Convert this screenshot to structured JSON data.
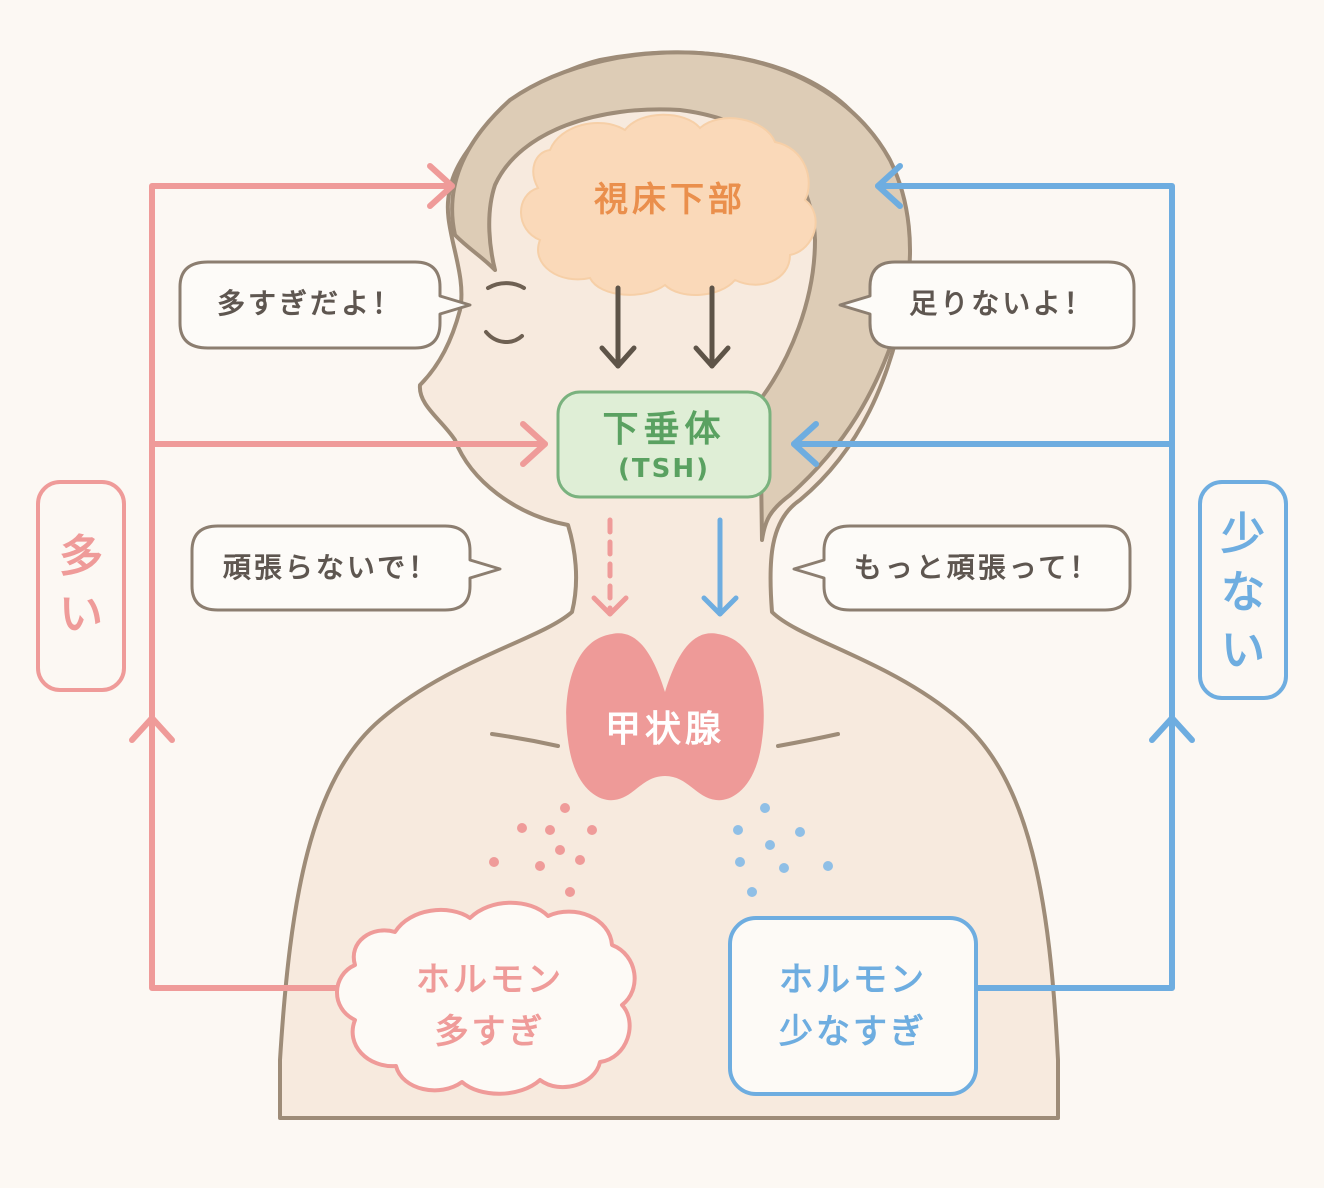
{
  "colors": {
    "background": "#fcf8f3",
    "outline": "#9e8c78",
    "hair": "#ddccb6",
    "skin": "#f7eade",
    "brain_fill": "#fad9b9",
    "brain_text": "#ea8f4c",
    "pituitary_fill": "#dfeed6",
    "pituitary_stroke": "#7ab27e",
    "pituitary_text": "#5aa161",
    "thyroid_fill": "#ee9a98",
    "excess": "#ef9b99",
    "deficit": "#6eade0",
    "arrow_dark": "#5e5448",
    "bubble_text": "#5e5650"
  },
  "organs": {
    "hypothalamus": "視床下部",
    "pituitary": "下垂体",
    "pituitary_hormone": "(TSH)",
    "thyroid": "甲状腺"
  },
  "bubbles": {
    "too_much": "多すぎだよ！",
    "not_enough": "足りないよ！",
    "dont_work_hard": "頑張らないで！",
    "work_harder": "もっと頑張って！"
  },
  "side_labels": {
    "many": [
      "多",
      "い"
    ],
    "few": [
      "少",
      "な",
      "い"
    ]
  },
  "hormone_states": {
    "excess": [
      "ホルモン",
      "多すぎ"
    ],
    "deficit": [
      "ホルモン",
      "少なすぎ"
    ]
  },
  "icons": {
    "face": "sleeping-face-icon",
    "brain": "brain-cloud-icon",
    "thyroid": "thyroid-gland-icon"
  }
}
